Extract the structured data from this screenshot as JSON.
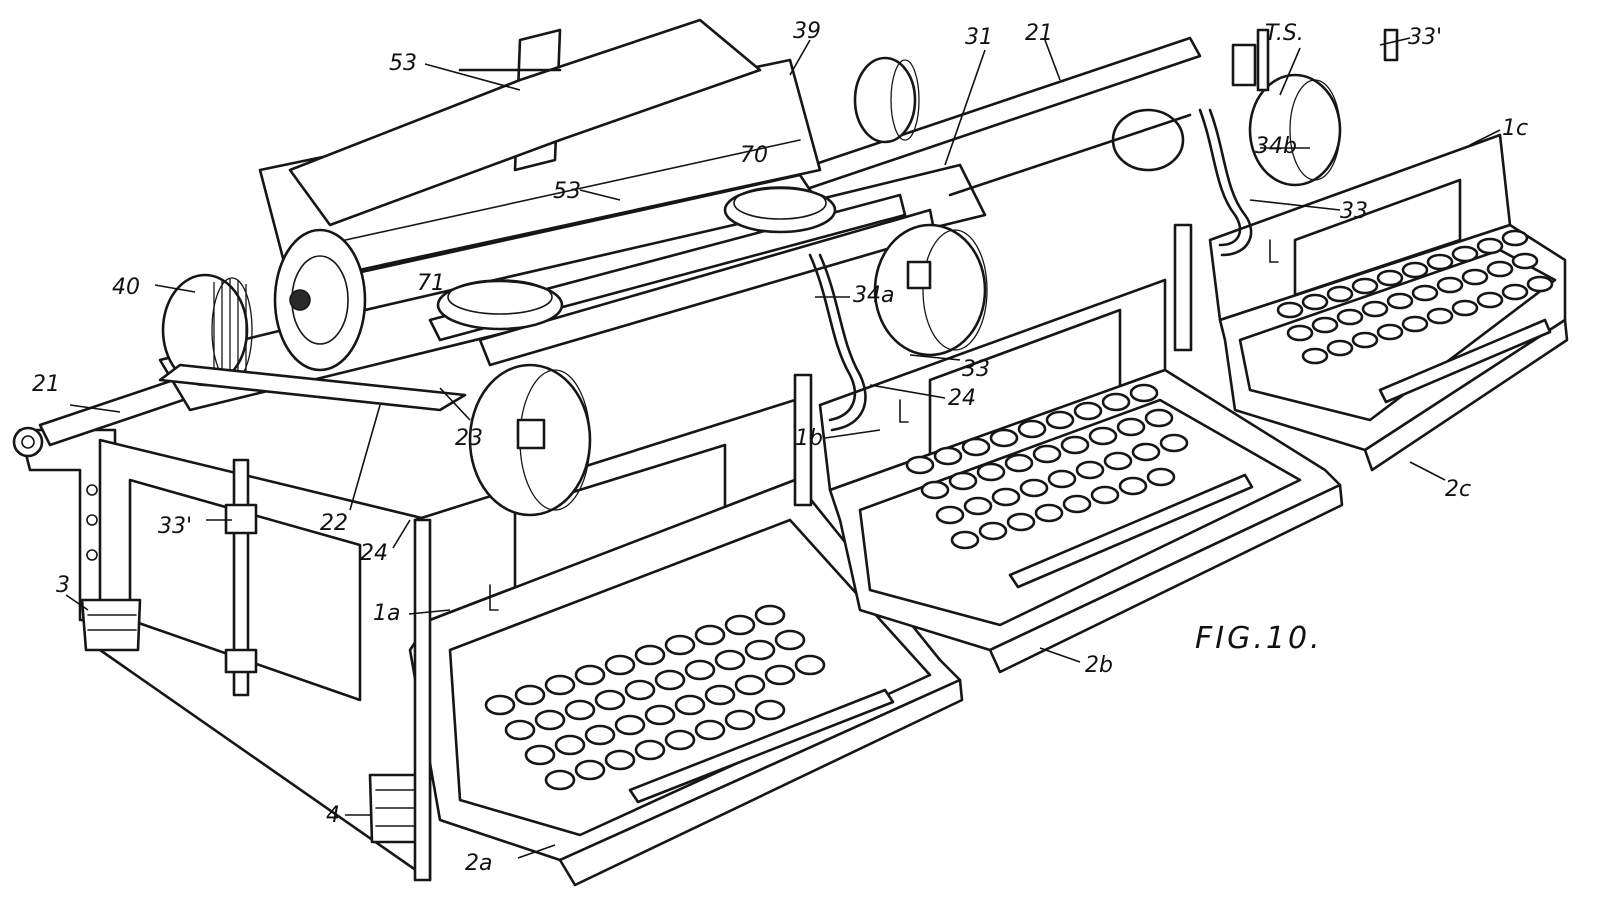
{
  "figure": {
    "caption": "FIG.10.",
    "labels": {
      "l53_top": "53",
      "l39": "39",
      "l31": "31",
      "l21_top": "21",
      "l33p_top": "33'",
      "lts": "T.S.",
      "l1c": "1c",
      "l34b": "34b",
      "l33_c": "33",
      "l70": "70",
      "l53_mid": "53",
      "l40": "40",
      "l71": "71",
      "l34a": "34a",
      "l33_b": "33",
      "l24_b": "24",
      "l21_left": "21",
      "l23": "23",
      "l1b": "1b",
      "l33p_left": "33'",
      "l22": "22",
      "l24_a": "24",
      "l3": "3",
      "l1a": "1a",
      "l2c": "2c",
      "l2b": "2b",
      "l4": "4",
      "l2a": "2a"
    }
  }
}
